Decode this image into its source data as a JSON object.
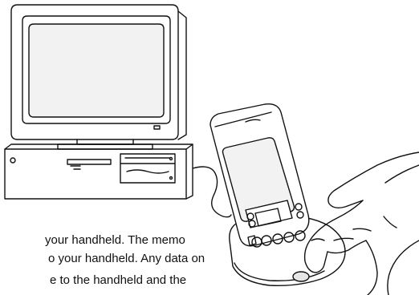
{
  "caption": {
    "line1": "your handheld. The memo",
    "line2": "o your handheld. Any data on",
    "line3": "e to the handheld and the"
  },
  "colors": {
    "ink": "#111111",
    "background": "#ffffff",
    "screen": "#f2f2f2"
  },
  "illustration": {
    "items": [
      "desktop-computer",
      "crt-monitor",
      "cradle",
      "handheld-device",
      "hand",
      "hotsync-button"
    ]
  }
}
